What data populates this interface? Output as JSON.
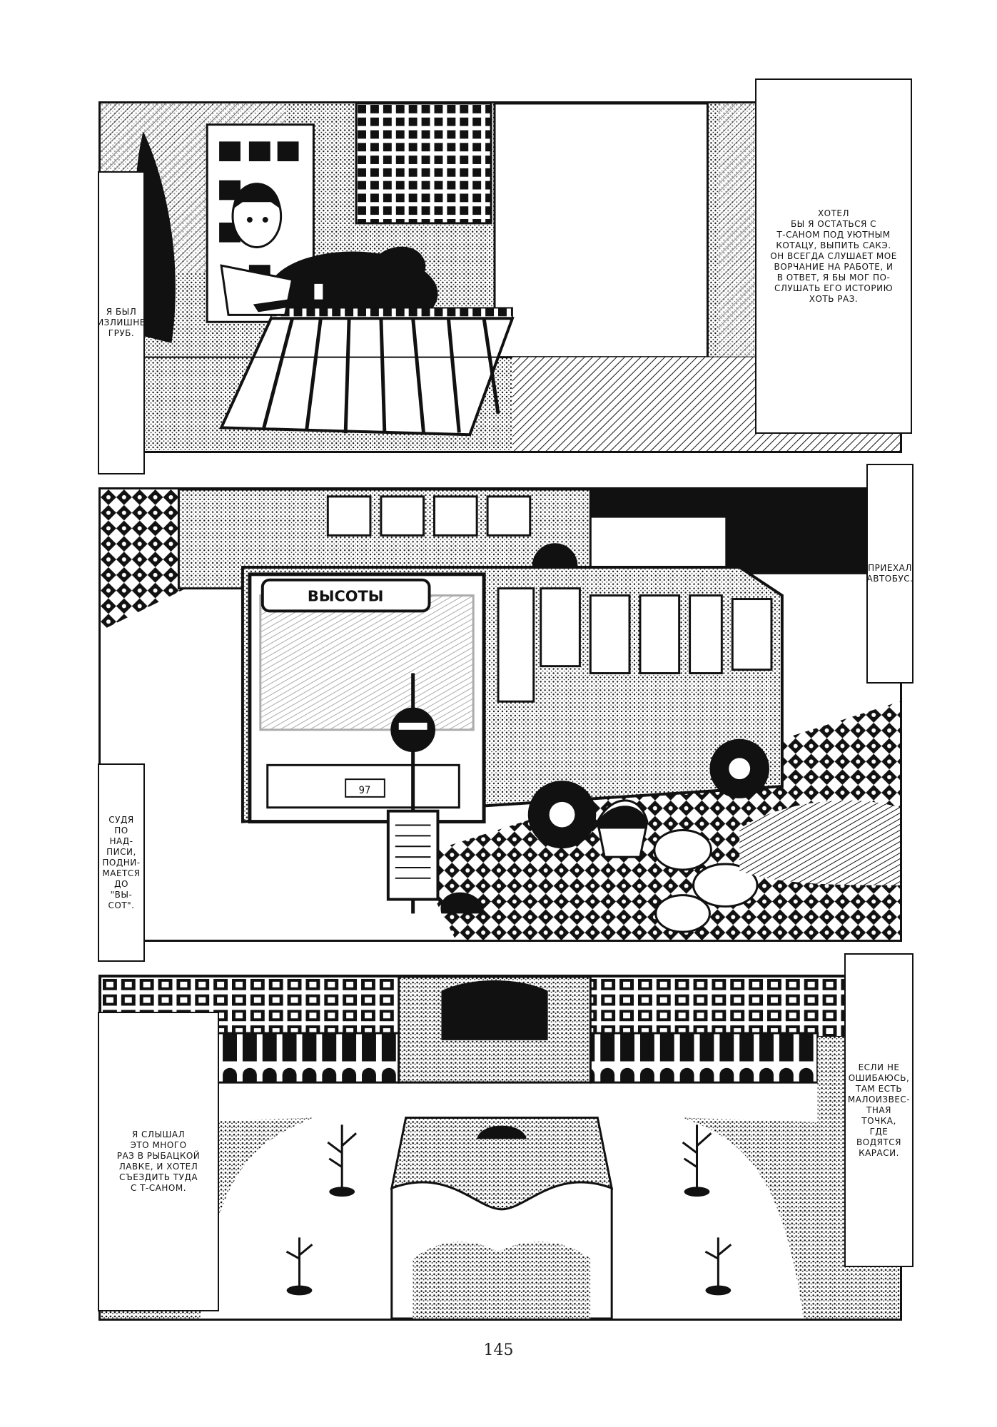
{
  "captions": {
    "p1_left": "Я БЫЛ\nИЗЛИШНЕ\nГРУБ.",
    "p1_right": "ХОТЕЛ\nБЫ Я ОСТАТЬСЯ С\nТ-САНОМ ПОД УЮТНЫМ\nКОТАЦУ, ВЫПИТЬ САКЭ.\nОН ВСЕГДА СЛУШАЕТ МОЕ\nВОРЧАНИЕ НА РАБОТЕ, И\nВ ОТВЕТ, Я БЫ МОГ ПО-\nСЛУШАТЬ ЕГО ИСТОРИЮ\nХОТЬ РАЗ.",
    "p2_right": "ПРИЕХАЛ\nАВТОБУС.",
    "p2_left": "СУДЯ\nПО НАД-\nПИСИ,\nПОДНИ-\nМАЕТСЯ\nДО \"ВЫ-\nСОТ\".",
    "p3_right": "ЕСЛИ НЕ\nОШИБАЮСЬ,\nТАМ ЕСТЬ\nМАЛОИЗВЕС-\nТНАЯ ТОЧКА,\nГДЕ ВОДЯТСЯ\nКАРАСИ.",
    "p3_left": "Я СЛЫШАЛ\nЭТО МНОГО\nРАЗ В РЫБАЦКОЙ\nЛАВКЕ, И ХОТЕЛ\nСЪЕЗДИТЬ ТУДА\nС Т-САНОМ."
  },
  "bus": {
    "destination_sign": "ВЫСОТЫ",
    "plate": "97"
  },
  "page_number": "145",
  "colors": {
    "ink": "#111111",
    "paper": "#ffffff",
    "shade": "#9a9a9a"
  },
  "icons": {
    "bus_stop": "bus-stop-sign-icon"
  }
}
